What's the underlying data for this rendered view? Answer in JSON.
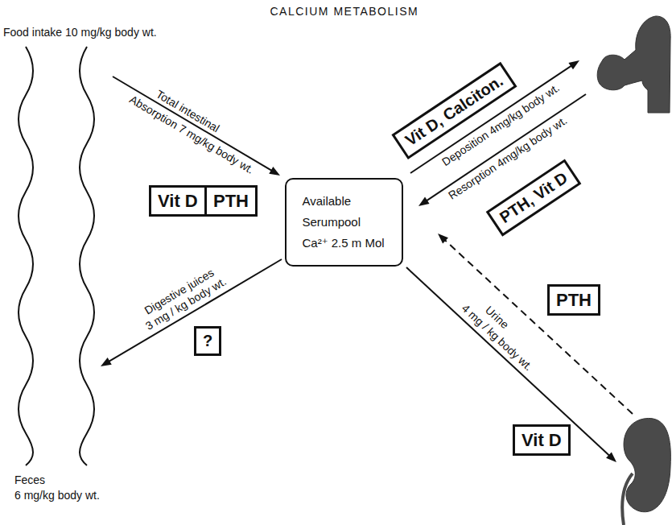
{
  "diagram": {
    "title": "CALCIUM METABOLISM",
    "nodes": [
      {
        "text": [
          "Vit D, Calciton."
        ]
      },
      {
        "text": [
          "PTH, Vit D"
        ]
      },
      {
        "text": [
          "Vit D"
        ]
      },
      {
        "text": [
          "PTH"
        ]
      },
      {
        "text": [
          "Available Serumpool Ca²⁺ 2.5 m Mol"
        ]
      },
      {
        "text": [
          "PTH"
        ]
      },
      {
        "text": [
          "?"
        ]
      },
      {
        "text": [
          "Vit D"
        ]
      }
    ],
    "labels": [
      "Food intake 10 mg/kg body wt.",
      "Total intestinal",
      "Absorption 7 mg/kg body wt.",
      "Deposition 4mg/kg body wt.",
      "Resorption 4mg/kg body wt.",
      "Urine",
      "4 mg / kg body wt.",
      "Digestive juices",
      "3 mg / kg body wt.",
      "Feces",
      "6 mg/kg body wt."
    ]
  }
}
